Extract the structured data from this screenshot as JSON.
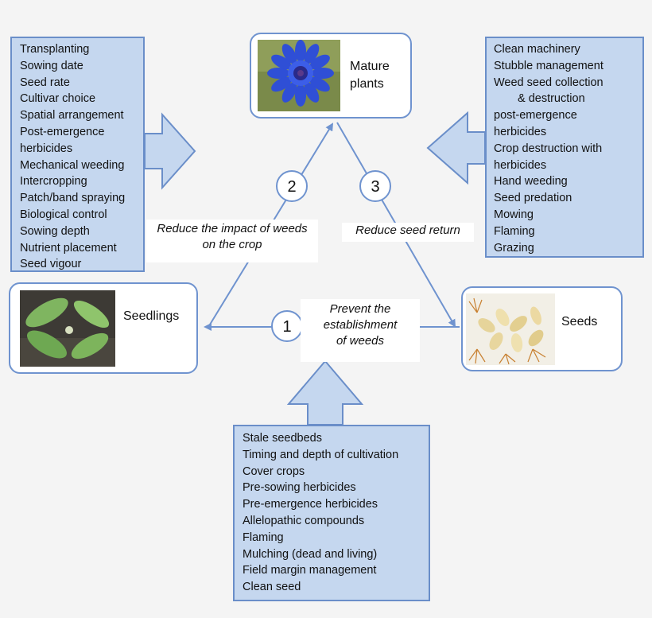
{
  "stages": {
    "mature": {
      "label_line1": "Mature",
      "label_line2": "plants"
    },
    "seedlings": {
      "label": "Seedlings"
    },
    "seeds": {
      "label": "Seeds"
    }
  },
  "steps": [
    {
      "number": "1",
      "label_line1": "Prevent the",
      "label_line2": "establishment",
      "label_line3": "of weeds"
    },
    {
      "number": "2",
      "label_line1": "Reduce the impact of weeds",
      "label_line2": "on the crop"
    },
    {
      "number": "3",
      "label": "Reduce seed return"
    }
  ],
  "left_box": {
    "items": [
      "Transplanting",
      "Sowing date",
      "Seed rate",
      "Cultivar choice",
      "Spatial arrangement",
      "Post-emergence",
      "herbicides",
      "Mechanical weeding",
      "Intercropping",
      "Patch/band spraying",
      "Biological control",
      "Sowing depth",
      "Nutrient placement",
      "Seed vigour"
    ]
  },
  "right_box": {
    "items": [
      "Clean machinery",
      "Stubble management",
      "Weed seed collection",
      "& destruction",
      "post-emergence",
      "herbicides",
      "Crop destruction with",
      "herbicides",
      "Hand weeding",
      "Seed predation",
      "Mowing",
      "Flaming",
      "Grazing"
    ]
  },
  "bottom_box": {
    "items": [
      "Stale seedbeds",
      "Timing and depth of cultivation",
      "Cover crops",
      "Pre-sowing herbicides",
      "Pre-emergence herbicides",
      "Allelopathic compounds",
      "Flaming",
      "Mulching (dead and living)",
      "Field margin management",
      "Clean seed"
    ]
  },
  "colors": {
    "box_fill": "#c5d7ef",
    "box_border": "#6a8ec9",
    "line": "#6f93cf",
    "arrow_fill": "#c5d7ef"
  }
}
